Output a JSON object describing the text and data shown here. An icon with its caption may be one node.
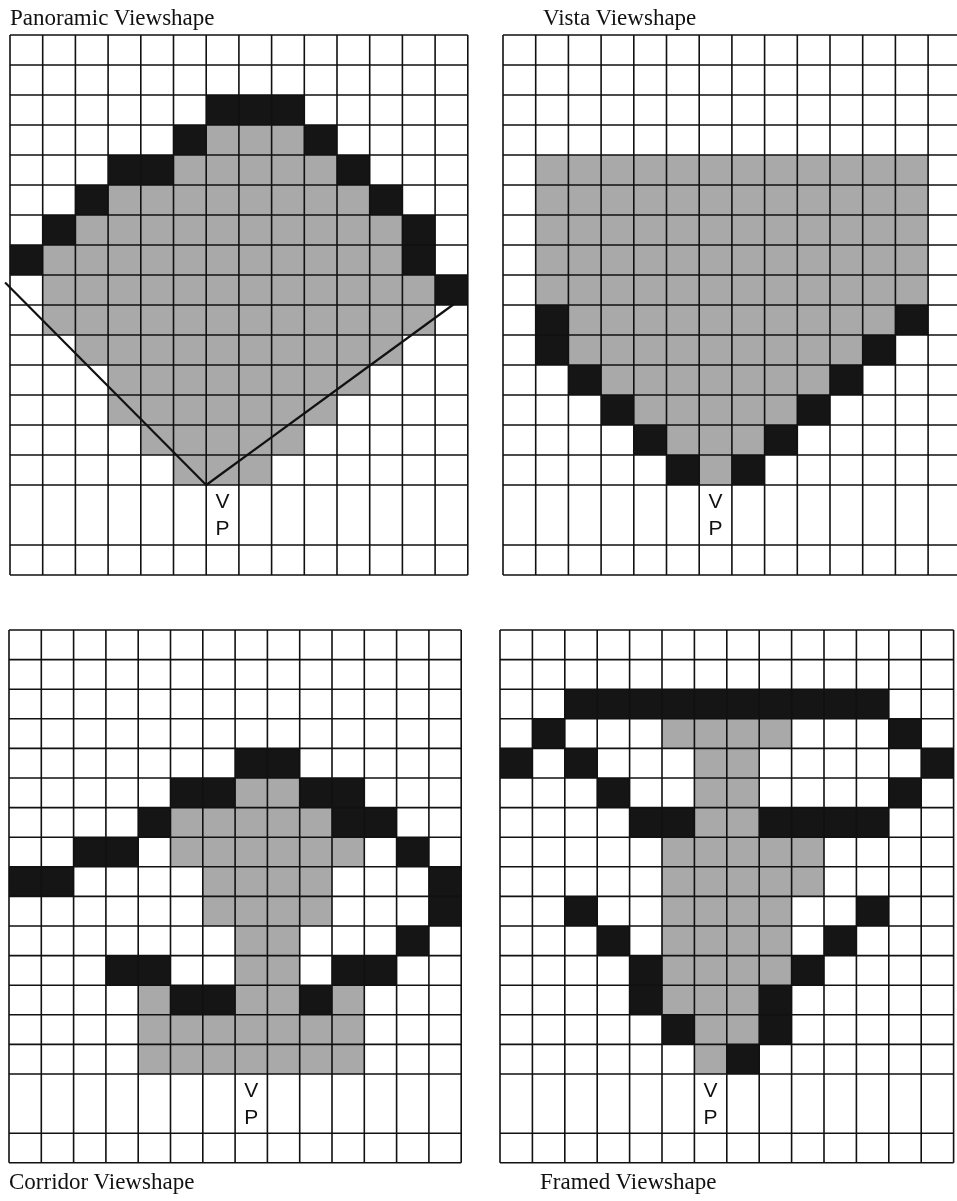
{
  "diagram": {
    "labels": [
      "Panoramic Viewshape",
      "Vista Viewshape",
      "V P",
      "V P",
      "V P",
      "V P",
      "Corridor Viewshape",
      "Framed Viewshape"
    ]
  }
}
